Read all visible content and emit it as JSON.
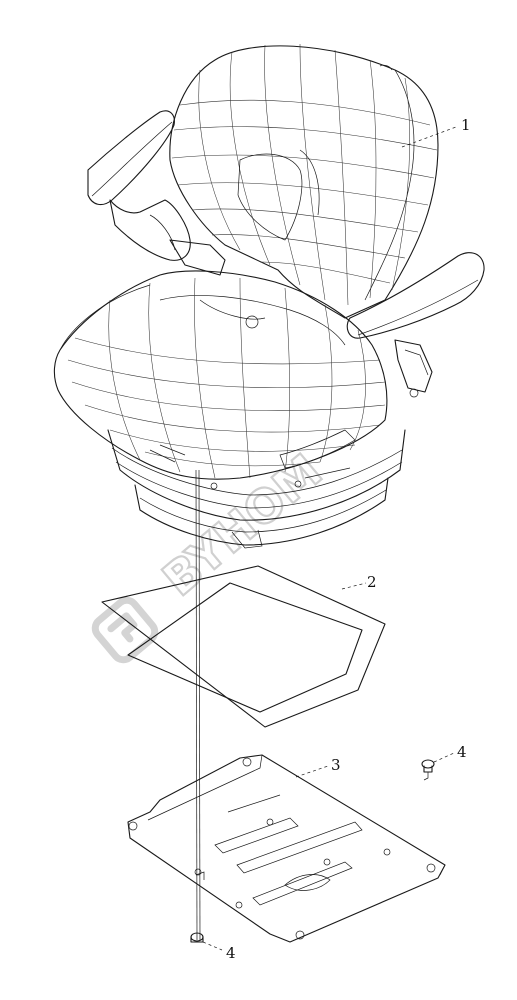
{
  "watermark": {
    "text": "BYHOM"
  },
  "callouts": [
    {
      "id": "seat-assembly",
      "label": "1"
    },
    {
      "id": "gasket-plate",
      "label": "2"
    },
    {
      "id": "mounting-bracket",
      "label": "3"
    },
    {
      "id": "fastener-right",
      "label": "4"
    },
    {
      "id": "fastener-bottom",
      "label": "4"
    }
  ]
}
